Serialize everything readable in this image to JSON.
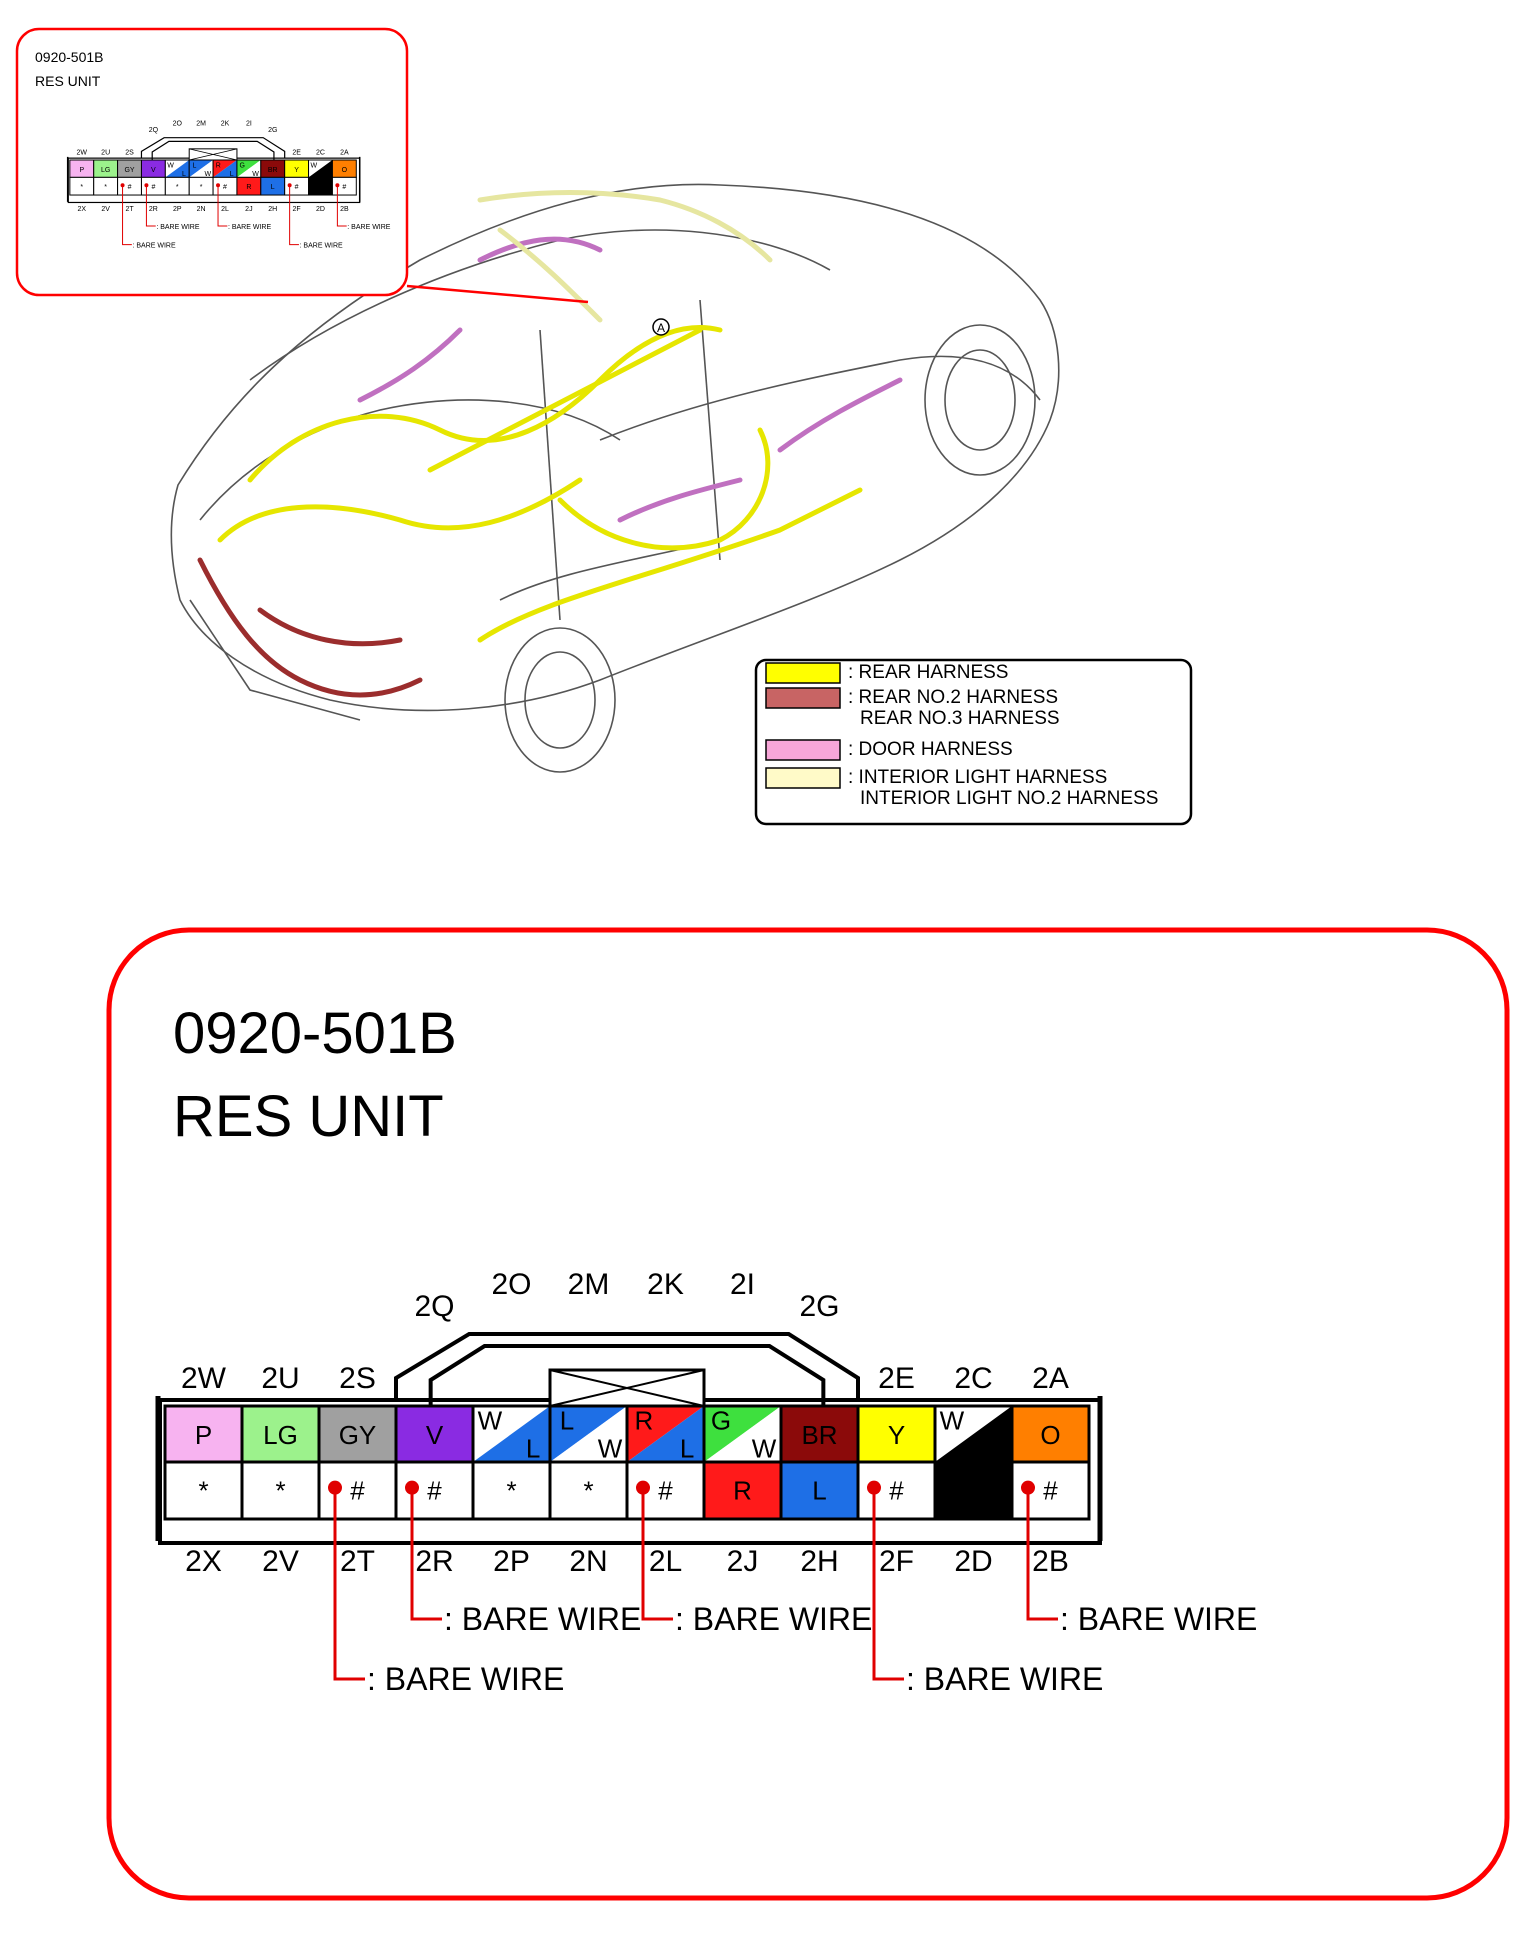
{
  "connector_id": "0920-501B",
  "connector_name": "RES UNIT",
  "top_pins": [
    "2W",
    "2U",
    "2S",
    "2E",
    "2C",
    "2A"
  ],
  "arch_pins": [
    "2Q",
    "2O",
    "2M",
    "2K",
    "2I",
    "2G"
  ],
  "bottom_pins": [
    "2X",
    "2V",
    "2T",
    "2R",
    "2P",
    "2N",
    "2L",
    "2J",
    "2H",
    "2F",
    "2D",
    "2B"
  ],
  "upper_row": [
    {
      "pin": "2W",
      "label": "P",
      "color": "#f7b3f0"
    },
    {
      "pin": "2U",
      "label": "LG",
      "color": "#9cf28c"
    },
    {
      "pin": "2S",
      "label": "GY",
      "color": "#a0a0a0"
    },
    {
      "pin": "2Q",
      "label": "V",
      "color": "#8a2be2"
    },
    {
      "pin": "2O",
      "label_a": "W",
      "label_b": "L",
      "color_a": "#ffffff",
      "color_b": "#1e6fe6"
    },
    {
      "pin": "2M",
      "label_a": "L",
      "label_b": "W",
      "color_a": "#1e6fe6",
      "color_b": "#ffffff"
    },
    {
      "pin": "2K",
      "label_a": "R",
      "label_b": "L",
      "color_a": "#ff1a1a",
      "color_b": "#1e6fe6"
    },
    {
      "pin": "2I",
      "label_a": "G",
      "label_b": "W",
      "color_a": "#3ee03e",
      "color_b": "#ffffff"
    },
    {
      "pin": "2G",
      "label": "BR",
      "color": "#8b0a0a"
    },
    {
      "pin": "2E",
      "label": "Y",
      "color": "#ffff00"
    },
    {
      "pin": "2C",
      "label_a": "W",
      "label_b": "B",
      "color_a": "#ffffff",
      "color_b": "#000000"
    },
    {
      "pin": "2A",
      "label": "O",
      "color": "#ff7f00"
    }
  ],
  "lower_row": [
    {
      "pin": "2X",
      "label": "*",
      "color": "#ffffff"
    },
    {
      "pin": "2V",
      "label": "*",
      "color": "#ffffff"
    },
    {
      "pin": "2T",
      "label": "#",
      "color": "#ffffff",
      "bare": true
    },
    {
      "pin": "2R",
      "label": "#",
      "color": "#ffffff",
      "bare": true
    },
    {
      "pin": "2P",
      "label": "*",
      "color": "#ffffff"
    },
    {
      "pin": "2N",
      "label": "*",
      "color": "#ffffff"
    },
    {
      "pin": "2L",
      "label": "#",
      "color": "#ffffff",
      "bare": true
    },
    {
      "pin": "2J",
      "label": "R",
      "color": "#ff1a1a"
    },
    {
      "pin": "2H",
      "label": "L",
      "color": "#1e6fe6"
    },
    {
      "pin": "2F",
      "label": "#",
      "color": "#ffffff",
      "bare": true
    },
    {
      "pin": "2D",
      "label": "B",
      "color": "#000000"
    },
    {
      "pin": "2B",
      "label": "#",
      "color": "#ffffff",
      "bare": true
    }
  ],
  "bare_wire_label": ": BARE WIRE",
  "callout_marker": "A",
  "legend": [
    {
      "color": "#ffff00",
      "lines": [
        ": REAR HARNESS"
      ]
    },
    {
      "color": "#c86464",
      "lines": [
        ": REAR NO.2 HARNESS",
        "REAR NO.3 HARNESS"
      ]
    },
    {
      "color": "#f7a6d8",
      "lines": [
        ": DOOR HARNESS"
      ]
    },
    {
      "color": "#fffac8",
      "lines": [
        ": INTERIOR LIGHT HARNESS",
        "INTERIOR LIGHT NO.2 HARNESS"
      ]
    }
  ],
  "colors": {
    "frame": "#ff0000",
    "bare_wire": "#e00000"
  }
}
